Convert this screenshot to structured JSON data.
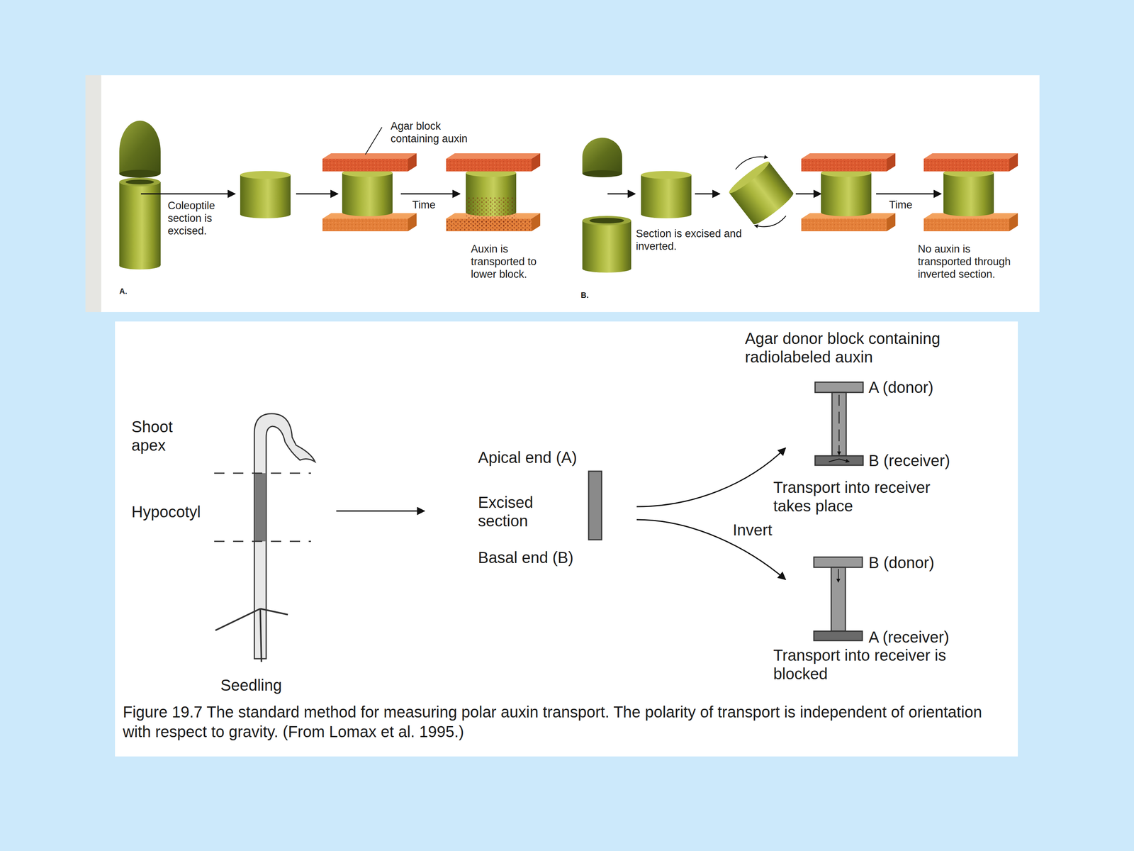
{
  "diagram": {
    "caption": "Figure 19.7 The standard method for measuring polar auxin transport. The polarity of transport is independent of orientation with respect to gravity. (From Lomax et al. 1995.)",
    "labels": [
      "Agar block containing auxin",
      "Coleoptile section is excised.",
      "Time",
      "Auxin is transported to lower block.",
      "A.",
      "Section is excised and inverted.",
      "Time",
      "No auxin is transported through inverted section.",
      "B.",
      "Agar donor block containing radiolabeled auxin",
      "Shoot apex",
      "Hypocotyl",
      "Apical end (A)",
      "Excised section",
      "Basal end (B)",
      "A (donor)",
      "B (receiver)",
      "Transport into receiver takes place",
      "Invert",
      "B (donor)",
      "A (receiver)",
      "Transport into receiver is blocked",
      "Seedling"
    ]
  }
}
